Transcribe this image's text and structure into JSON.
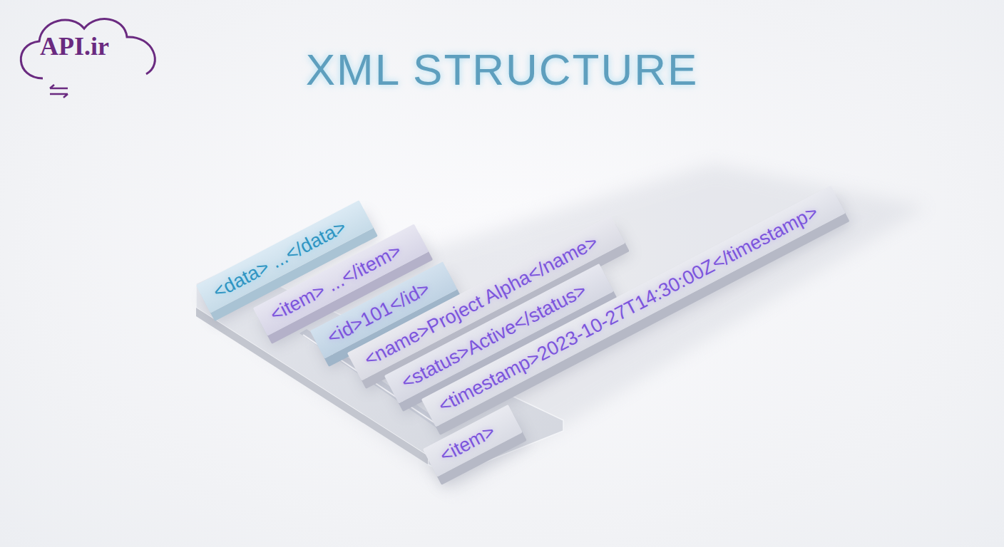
{
  "diagram": {
    "title": "XML STRUCTURE",
    "nodes": [
      {
        "text": [
          "<data> ...</data>"
        ]
      },
      {
        "text": [
          "<item> ...</item>"
        ]
      },
      {
        "text": [
          "<id>101</id>"
        ]
      },
      {
        "text": [
          "<name>Project Alpha</name>"
        ]
      },
      {
        "text": [
          "<status>Active</status>"
        ]
      },
      {
        "text": [
          "<timestamp>2023-10-27T14:30:00Z</timestamp>"
        ]
      },
      {
        "text": [
          "<item>"
        ]
      }
    ],
    "labels": [
      "API.ir"
    ]
  }
}
